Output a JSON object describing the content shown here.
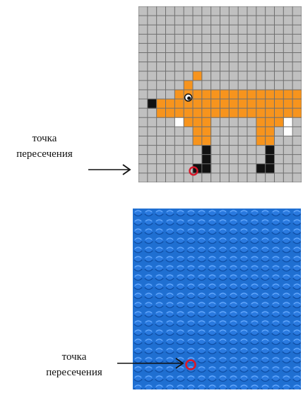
{
  "top": {
    "label_line1": "точка",
    "label_line2": "пересечения"
  },
  "bottom": {
    "label_line1": "точка",
    "label_line2": "пересечения"
  },
  "colors": {
    "grid_background": "#c0c0c0",
    "grid_lines": "#6f6f6f",
    "fox_orange": "#f7941d",
    "fox_black": "#111111",
    "fox_white": "#ffffff",
    "lego_blue": "#1f6fd1",
    "marker_red": "#d8192b"
  },
  "icons": {
    "intersection_marker": "red-circle-icon",
    "pointer": "arrow-right-icon"
  }
}
